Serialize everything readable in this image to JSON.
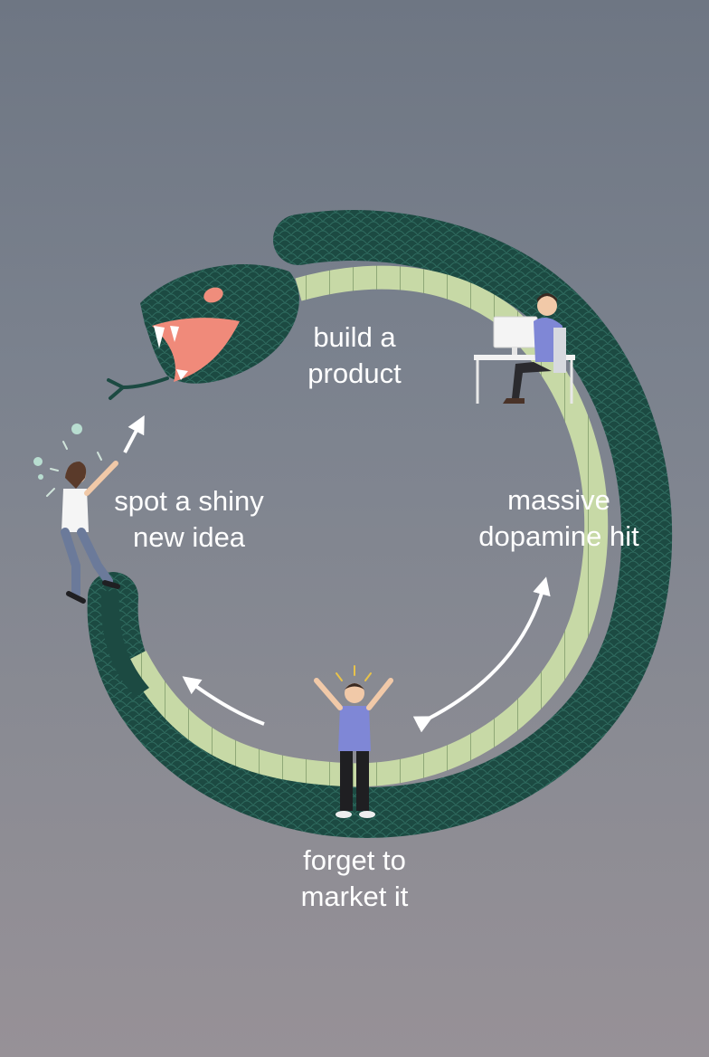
{
  "cycle": {
    "steps": [
      {
        "id": "build",
        "lines": [
          "build a",
          "product"
        ]
      },
      {
        "id": "dopamine",
        "lines": [
          "massive",
          "dopamine hit"
        ]
      },
      {
        "id": "forget",
        "lines": [
          "forget to",
          "market it"
        ]
      },
      {
        "id": "idea",
        "lines": [
          "spot a shiny",
          "new idea"
        ]
      }
    ]
  },
  "colors": {
    "snake_scales": "#1c4a42",
    "snake_scale_lines": "#2f6b5f",
    "snake_belly": "#c7d9a6",
    "snake_mouth": "#f08a7a",
    "snake_eye": "#ef8d7c",
    "arrow": "#ffffff",
    "shirt_blue": "#7f87d6",
    "text": "#ffffff"
  },
  "icons": [
    "snake-icon",
    "person-at-desk-icon",
    "frustrated-person-icon",
    "climbing-woman-icon",
    "arrow-icon"
  ]
}
